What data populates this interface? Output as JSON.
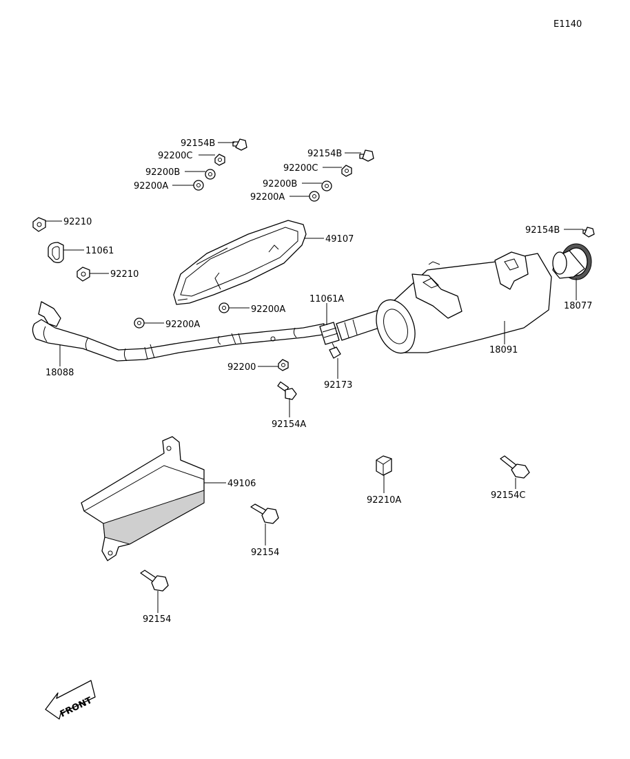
{
  "diagram_code": "E1140",
  "front_label": "FRONT",
  "parts": {
    "muffler": "18091",
    "exhaust_pipe": "18088",
    "tail_pipe": "18077",
    "heat_guard_upper": "49107",
    "heat_guard_lower": "49106",
    "gasket": "11061",
    "clamp": "11061A",
    "clamp_bolt": "92173",
    "nut_pipe_upper": "92210",
    "nut_pipe_lower": "92210",
    "nut_flange": "92210A",
    "bolt_a": "92154A",
    "bolt_b_left": "92154B",
    "bolt_b_right": "92154B",
    "bolt_b_tail": "92154B",
    "bolt_c": "92154C",
    "bolt_guard_1": "92154",
    "bolt_guard_2": "92154",
    "collar_c_left": "92200C",
    "collar_c_right": "92200C",
    "collar_b_left": "92200B",
    "collar_b_right": "92200B",
    "collar_a_left": "92200A",
    "collar_a_right": "92200A",
    "collar_a_mid": "92200A",
    "collar_a_pipe": "92200A",
    "collar_plain": "92200"
  }
}
